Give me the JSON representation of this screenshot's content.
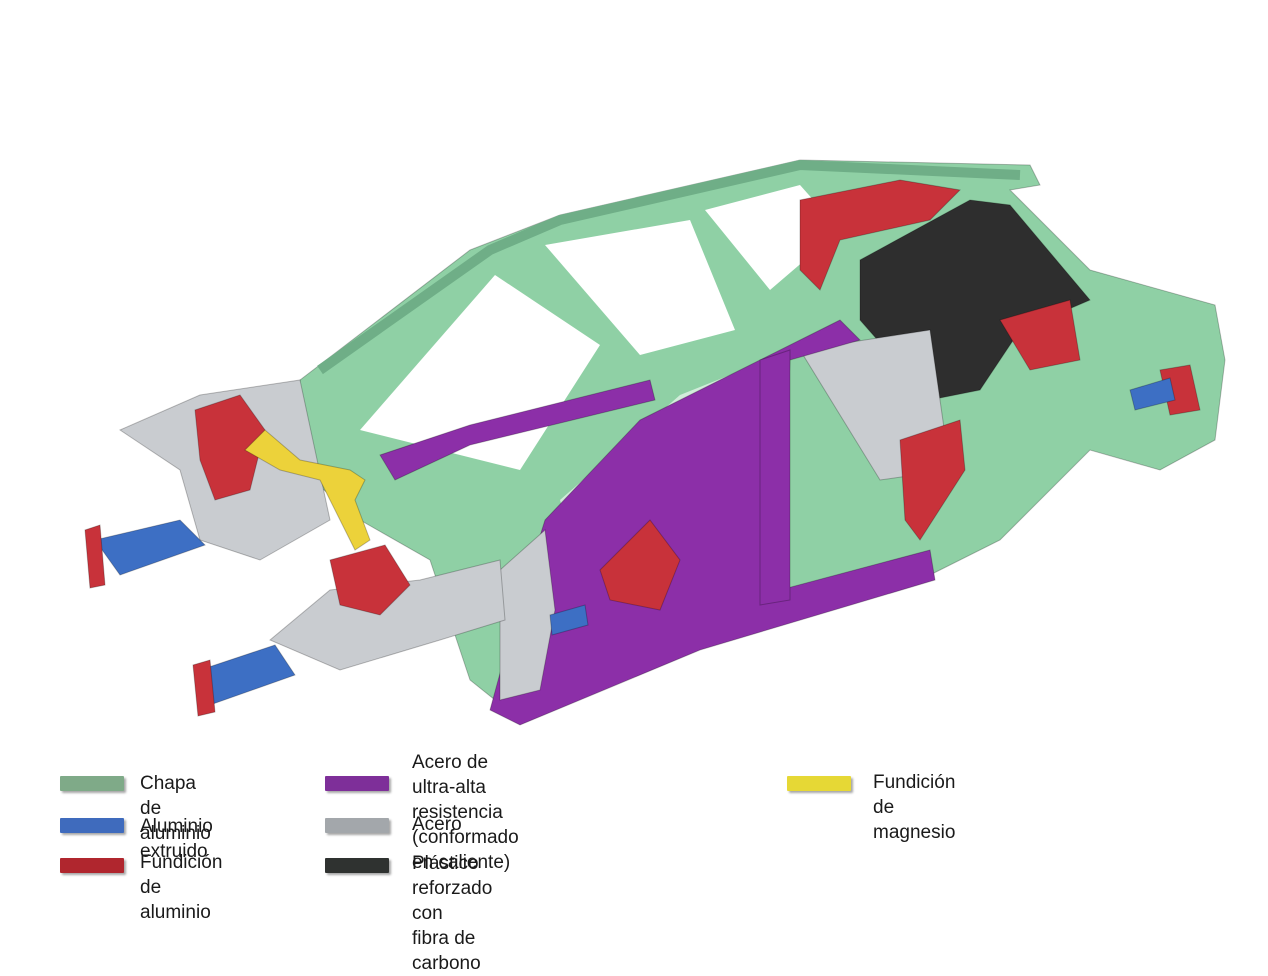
{
  "figure": {
    "colors": {
      "aluminium_sheet": "#8fd0a5",
      "aluminium_sheet_dark": "#6fae87",
      "extruded_aluminium": "#3d6fc4",
      "aluminium_casting": "#c8323a",
      "uhss": "#8c2fa8",
      "steel": "#c9ccd0",
      "cfrp": "#2e2e2e",
      "magnesium": "#ecd23a"
    }
  },
  "legend": [
    {
      "label": "Chapa de aluminio",
      "color": "#7faa88",
      "icon": "green-swatch"
    },
    {
      "label": "Aluminio extruido",
      "color": "#3f6bbd",
      "icon": "blue-swatch"
    },
    {
      "label": "Fundición de\naluminio",
      "color": "#b0262e",
      "icon": "red-swatch"
    },
    {
      "label": "Acero de ultra-alta resistencia\n(conformado en caliente)",
      "color": "#7e2f99",
      "icon": "purple-swatch"
    },
    {
      "label": "Acero",
      "color": "#a3a7ab",
      "icon": "gray-swatch"
    },
    {
      "label": "Plástico reforzado con\nfibra de carbono",
      "color": "#2f3230",
      "icon": "black-swatch"
    },
    {
      "label": "Fundición de\nmagnesio",
      "color": "#e6d835",
      "icon": "yellow-swatch"
    }
  ]
}
